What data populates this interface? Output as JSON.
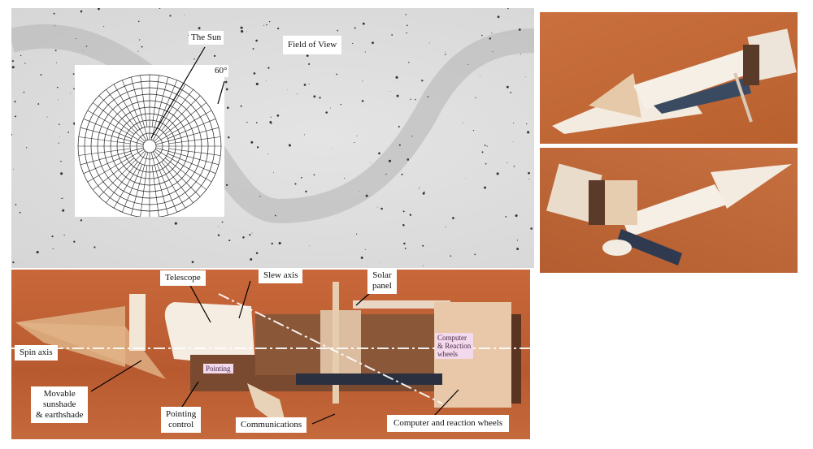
{
  "sky_map": {
    "sun_label": "The Sun",
    "angle_label": "60°",
    "field_of_view_label": "Field of View"
  },
  "model_photo": {
    "labels": {
      "telescope": "Telescope",
      "slew_axis": "Slew axis",
      "solar_panel": "Solar\npanel",
      "spin_axis": "Spin axis",
      "movable_sunshade": "Movable\nsunshade\n& earthshade",
      "pointing_control": "Pointing\ncontrol",
      "communications": "Communications",
      "computer_reaction_wheels": "Computer and reaction wheels"
    },
    "tags": {
      "pointing": "Pointing",
      "computer": "Computer\n& Reaction\nwheels"
    }
  }
}
